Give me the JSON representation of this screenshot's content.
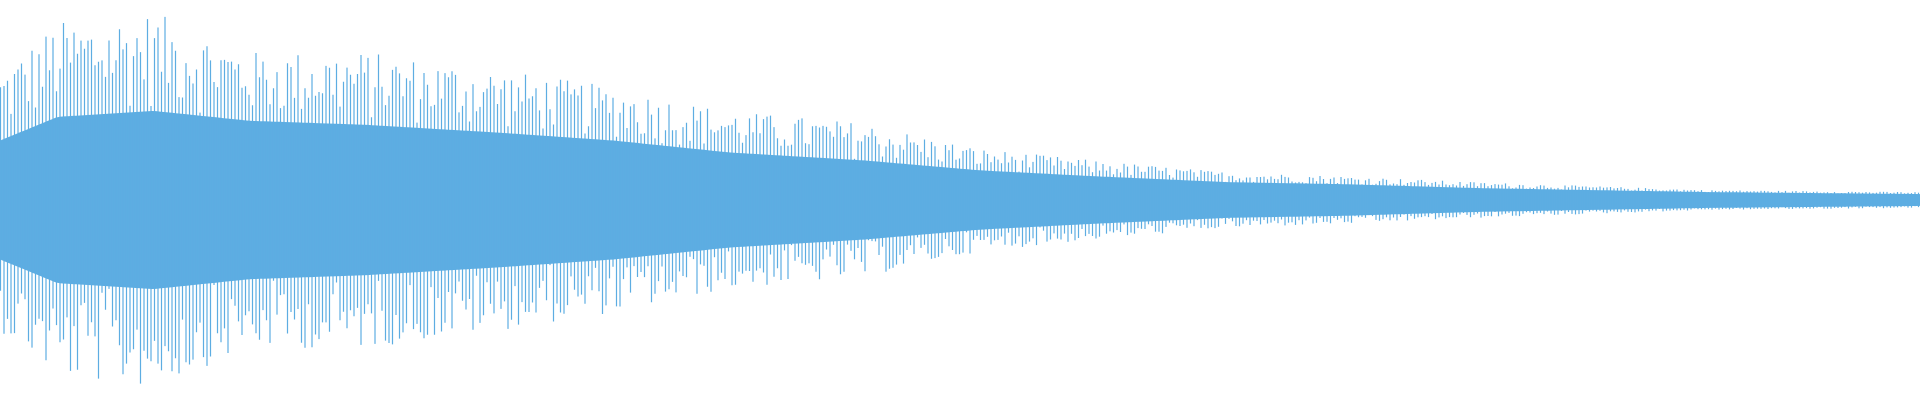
{
  "chart_data": {
    "type": "waveform",
    "title": "",
    "xlabel": "",
    "ylabel": "",
    "axes_visible": false,
    "grid": false,
    "legend": "none",
    "color": "#5dade2",
    "background": "#ffffff",
    "amplitude_range": [
      -1,
      1
    ],
    "envelope": {
      "position_fraction": [
        0,
        0.03,
        0.08,
        0.13,
        0.19,
        0.26,
        0.32,
        0.38,
        0.45,
        0.51,
        0.57,
        0.64,
        0.7,
        0.77,
        0.83,
        0.89,
        1.0
      ],
      "peak_amplitude": [
        0.66,
        0.9,
        0.95,
        0.75,
        0.75,
        0.66,
        0.57,
        0.45,
        0.39,
        0.26,
        0.2,
        0.14,
        0.12,
        0.09,
        0.07,
        0.05,
        0.04
      ],
      "core_amplitude": [
        0.3,
        0.42,
        0.45,
        0.4,
        0.38,
        0.34,
        0.3,
        0.24,
        0.2,
        0.15,
        0.12,
        0.09,
        0.08,
        0.06,
        0.05,
        0.04,
        0.03
      ]
    }
  }
}
